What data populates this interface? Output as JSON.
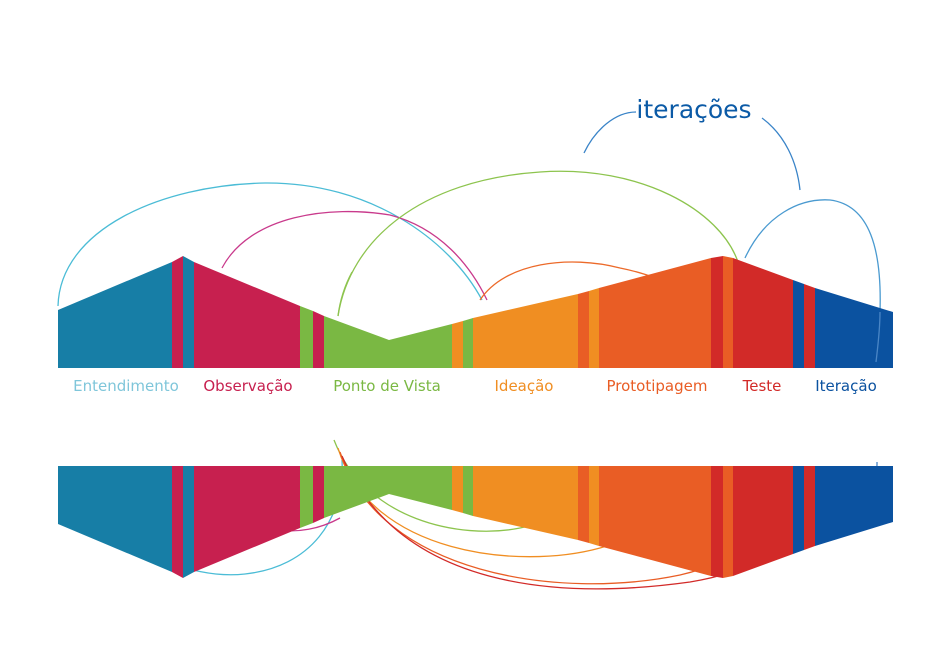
{
  "title": "iterações",
  "title_color": "#0b5aa6",
  "phases": [
    {
      "label": "Entendimento",
      "color": "#177ea6",
      "label_color": "#7fc6da"
    },
    {
      "label": "Observação",
      "color": "#c7204f",
      "label_color": "#c7204f"
    },
    {
      "label": "Ponto de Vista",
      "color": "#7ab843",
      "label_color": "#7ab843"
    },
    {
      "label": "Ideação",
      "color": "#f08e22",
      "label_color": "#f08e22"
    },
    {
      "label": "Prototipagem",
      "color": "#e95d25",
      "label_color": "#e95d25"
    },
    {
      "label": "Teste",
      "color": "#d22a28",
      "label_color": "#d22a28"
    },
    {
      "label": "Iteração",
      "color": "#0b52a0",
      "label_color": "#0b52a0"
    }
  ]
}
